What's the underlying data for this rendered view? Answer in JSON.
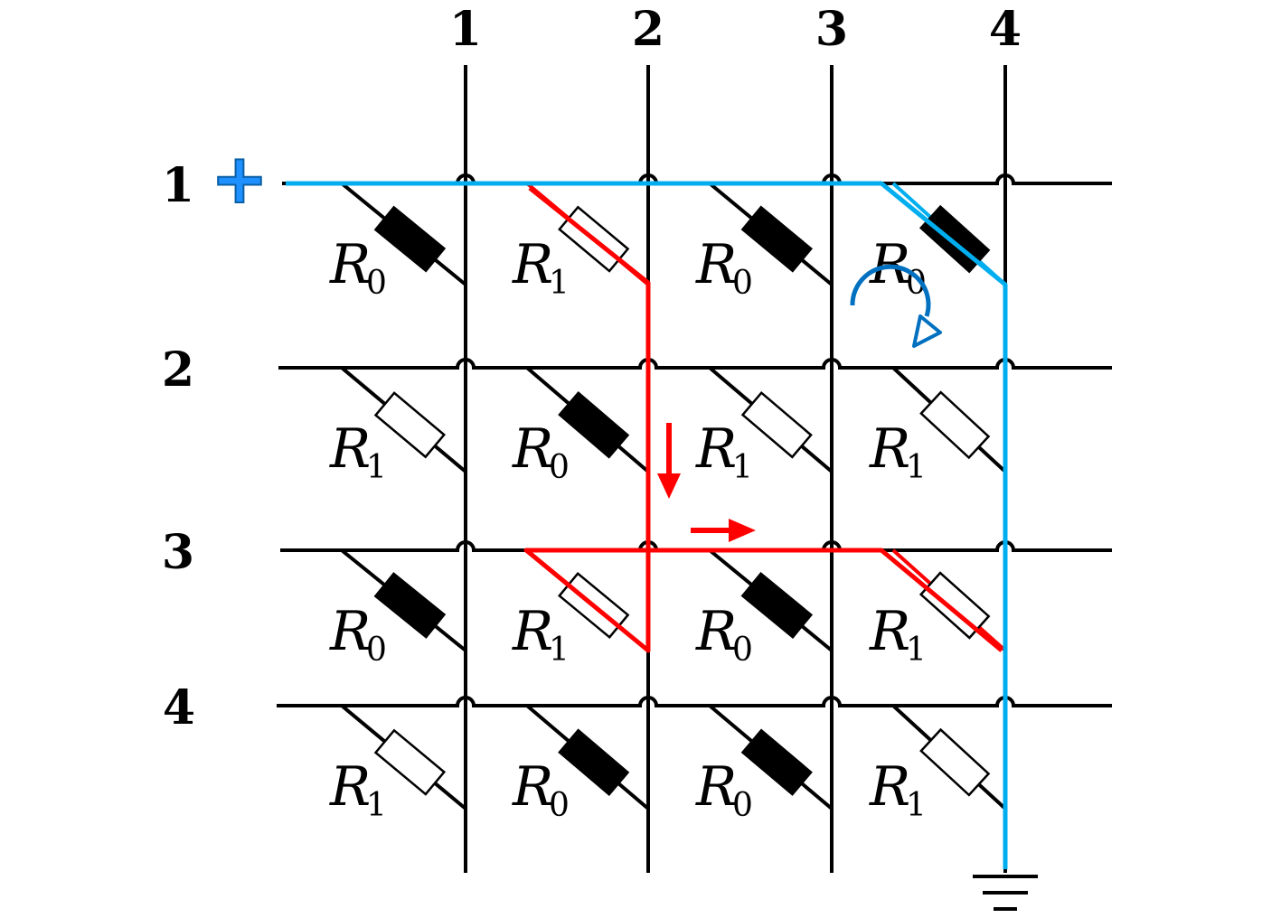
{
  "columns": [
    "1",
    "2",
    "3",
    "4"
  ],
  "rows": [
    "1",
    "2",
    "3",
    "4"
  ],
  "source_symbol": "+",
  "resistor_letter": "R",
  "cells": [
    [
      "0",
      "1",
      "0",
      "0"
    ],
    [
      "1",
      "0",
      "1",
      "1"
    ],
    [
      "0",
      "1",
      "0",
      "1"
    ],
    [
      "1",
      "0",
      "0",
      "1"
    ]
  ],
  "colors": {
    "wire": "#000000",
    "intended_path": "#00aeef",
    "sneak_path": "#ff0000",
    "annotation": "#0070c0",
    "high_resistance_fill": "#000000",
    "low_resistance_fill": "#ffffff"
  }
}
